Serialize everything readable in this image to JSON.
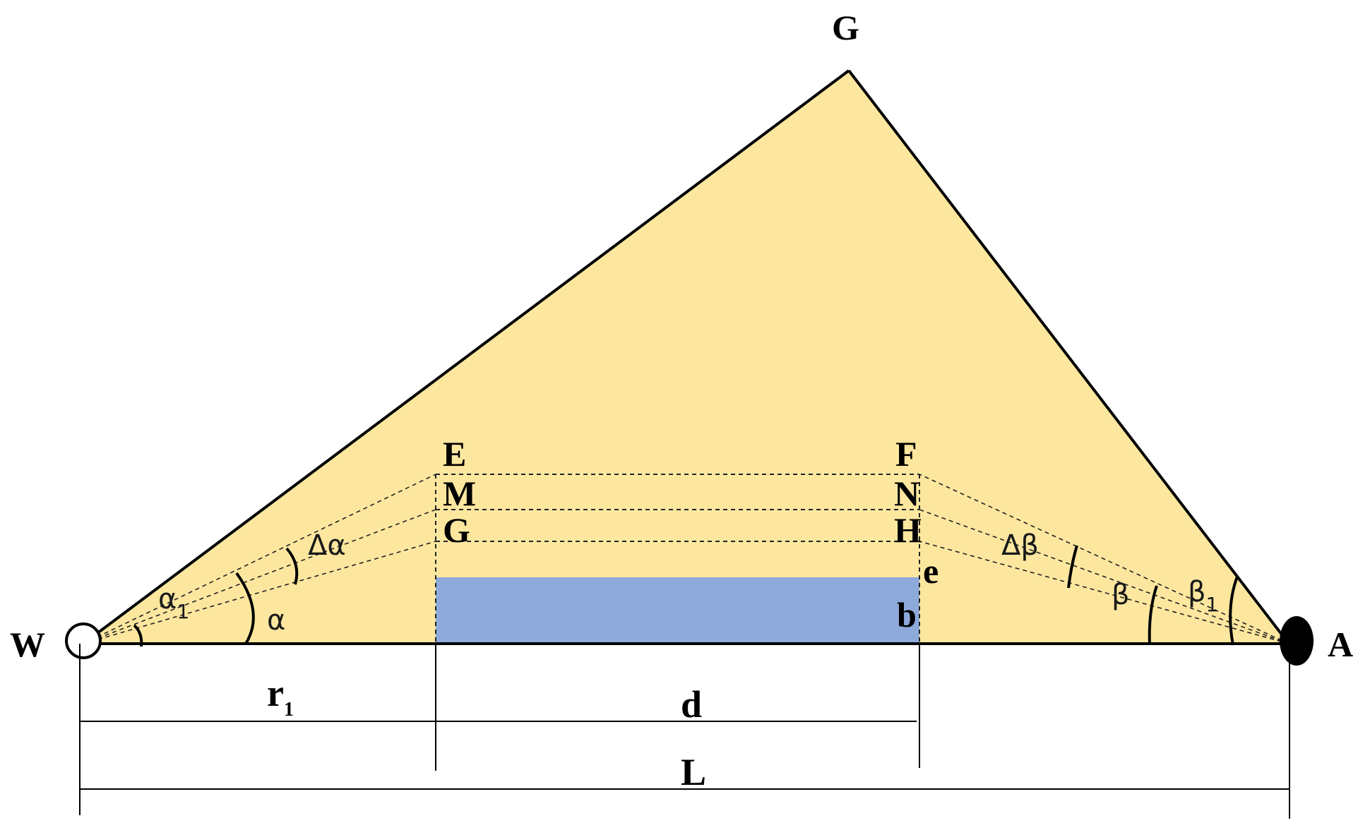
{
  "colors": {
    "triangle_fill": "#fde79f",
    "body_fill": "#8eaadb",
    "stroke": "#000000",
    "receiver_fill": "#000000",
    "source_fill": "#ffffff"
  },
  "labels": {
    "apex": "G",
    "W": "W",
    "A": "A",
    "E": "E",
    "F": "F",
    "M": "M",
    "N": "N",
    "G2": "G",
    "H": "H",
    "e": "e",
    "b": "b"
  },
  "angles": {
    "alpha1": "α",
    "alpha1_sub": "1",
    "delta_alpha": "Δα",
    "alpha": "α",
    "delta_beta": "Δβ",
    "beta": "β",
    "beta1": "β",
    "beta1_sub": "1"
  },
  "dimensions": {
    "r1": "r",
    "r1_sub": "1",
    "d": "d",
    "L": "L"
  }
}
